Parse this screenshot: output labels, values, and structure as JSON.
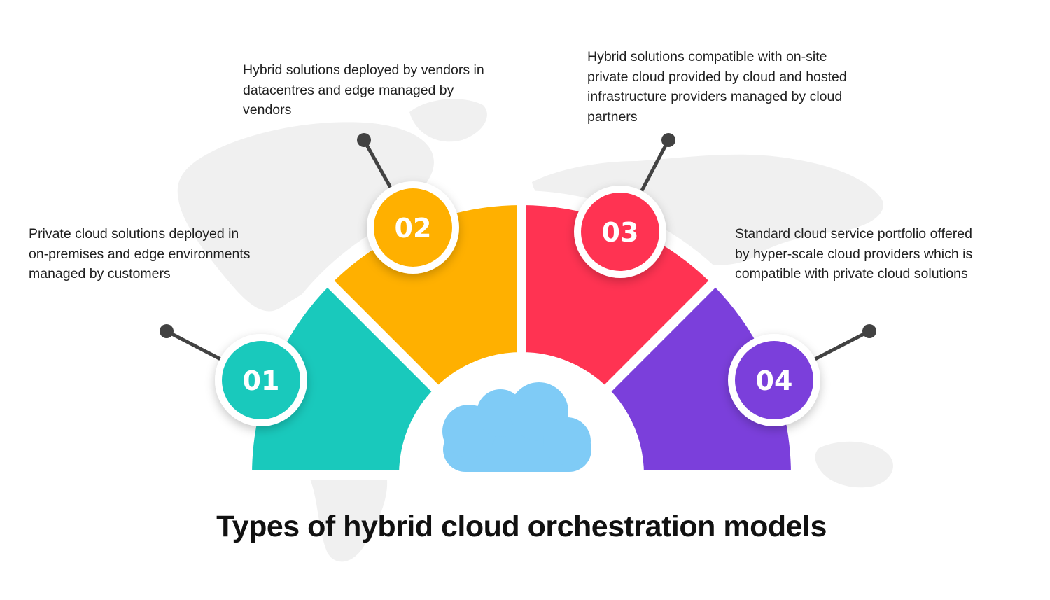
{
  "title": "Types of hybrid cloud orchestration models",
  "center_icon": "cloud-icon",
  "background_decoration": "world-map",
  "colors": {
    "segment_1": "#19C9BC",
    "segment_2": "#FFB000",
    "segment_3": "#FF3352",
    "segment_4": "#7B3FDB",
    "cloud": "#7FCBF6",
    "connector": "#424242",
    "map": "#F0F0F0"
  },
  "models": [
    {
      "number": "01",
      "description": "Private cloud solutions deployed in\non-premises and edge environments\nmanaged by customers"
    },
    {
      "number": "02",
      "description": "Hybrid solutions deployed by vendors in\ndatacentres and edge managed by\nvendors"
    },
    {
      "number": "03",
      "description": "Hybrid solutions compatible with on-site\nprivate cloud provided by cloud and hosted\ninfrastructure providers managed by cloud\npartners"
    },
    {
      "number": "04",
      "description": "Standard cloud service portfolio offered\nby hyper-scale cloud providers which is\ncompatible with private cloud solutions"
    }
  ]
}
